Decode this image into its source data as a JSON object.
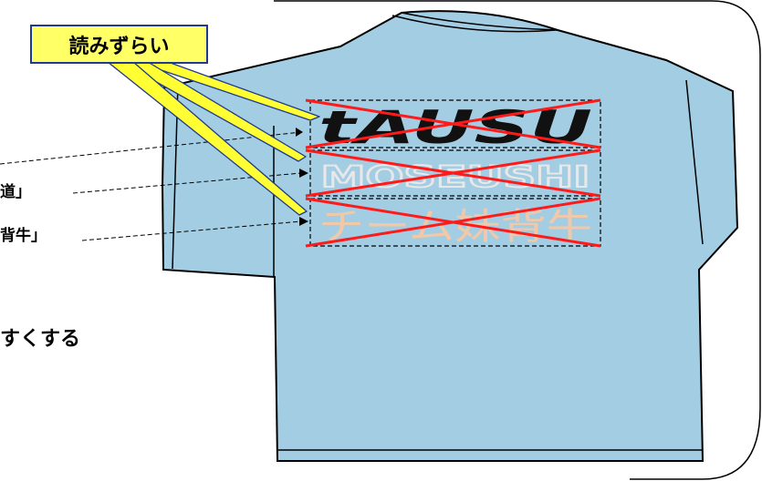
{
  "callout": {
    "text": "読みずらい"
  },
  "labels": {
    "row2_partial": "道」",
    "row3_partial": "背牛」",
    "tagline_partial": "すくする"
  },
  "shirt_print": {
    "brand_text": "tAUSU",
    "subtitle_text": "MOSEUSHI",
    "kanji_text": "チーム妹背牛"
  },
  "colors": {
    "shirt": "#a3cde3",
    "outline": "#000000",
    "cross": "#ff1a1a",
    "callout_fill": "#ffff66",
    "callout_border": "#1f3a8a",
    "kanji_print": "#f2c9a8",
    "subtitle_print": "#a3cde3"
  }
}
